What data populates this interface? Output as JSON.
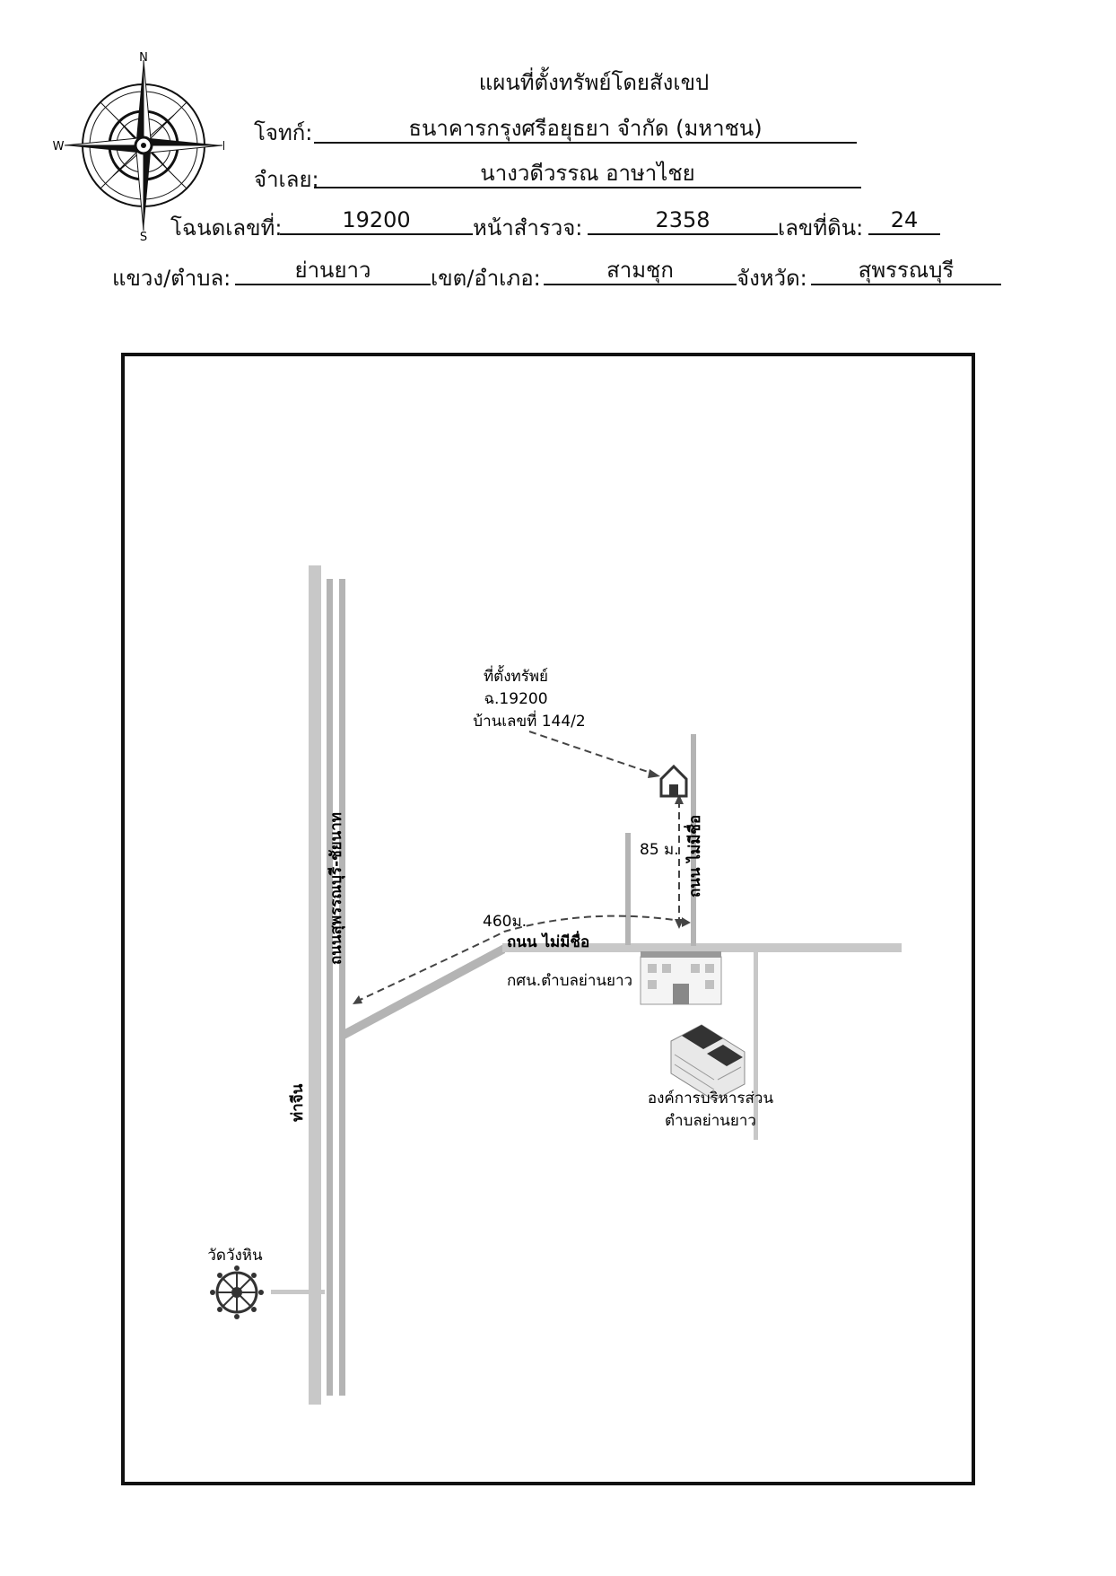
{
  "header": {
    "title": "แผนที่ตั้งทรัพย์โดยสังเขป",
    "plaintiff_label": "โจทก์:",
    "plaintiff_value": "ธนาคารกรุงศรีอยุธยา จำกัด (มหาชน)",
    "defendant_label": "จำเลย:",
    "defendant_value": "นางวดีวรรณ อาษาไชย",
    "deed_label": "โฉนดเลขที่:",
    "deed_value": "19200",
    "survey_label": "หน้าสำรวจ:",
    "survey_value": "2358",
    "land_label": "เลขที่ดิน:",
    "land_value": "24",
    "subdistrict_label": "แขวง/ตำบล:",
    "subdistrict_value": "ย่านยาว",
    "district_label": "เขต/อำเภอ:",
    "district_value": "สามชุก",
    "province_label": "จังหวัด:",
    "province_value": "สุพรรณบุรี"
  },
  "compass": {
    "north": "N",
    "south": "S",
    "east": "E",
    "west": "W",
    "icon": "compass-rose-icon"
  },
  "map": {
    "property_line1": "ที่ตั้งทรัพย์",
    "property_line2": "ฉ.19200",
    "property_line3": "บ้านเลขที่ 144/2",
    "distance_vertical": "85 ม.",
    "distance_horizontal": "460ม.",
    "side_road_vertical": "ถนน ไม่มีชื่อ",
    "side_road_horizontal": "ถนน ไม่มีชื่อ",
    "main_road": "ถนนสุพรรณบุรี-ชัยนาท",
    "river": "ท่าจีน",
    "school": "กศน.ตำบลย่านยาว",
    "office_line1": "องค์การบริหารส่วน",
    "office_line2": "ตำบลย่านยาว",
    "temple": "วัดวังหิน",
    "house_icon": "house-icon",
    "temple_icon": "dharma-wheel-icon",
    "school_icon": "school-building-icon",
    "office_icon": "office-building-icon"
  }
}
